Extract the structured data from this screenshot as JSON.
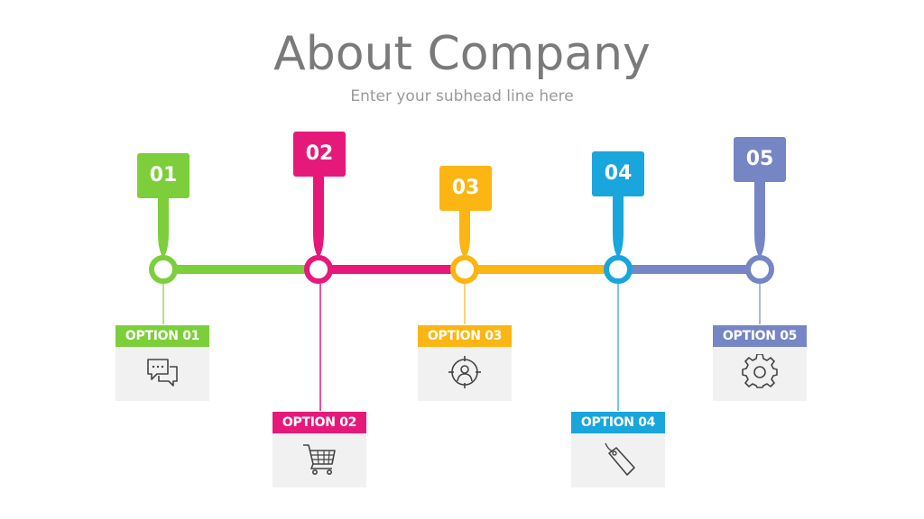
{
  "header": {
    "title": "About Company",
    "subtitle": "Enter your subhead line here"
  },
  "steps": [
    {
      "number": "01",
      "option": "OPTION 01",
      "color": "#7ccf3a",
      "icon": "chat-bubbles-icon"
    },
    {
      "number": "02",
      "option": "OPTION 02",
      "color": "#e6197a",
      "icon": "shopping-cart-icon"
    },
    {
      "number": "03",
      "option": "OPTION 03",
      "color": "#fbb614",
      "icon": "user-target-icon"
    },
    {
      "number": "04",
      "option": "OPTION 04",
      "color": "#18a6dc",
      "icon": "price-tag-icon"
    },
    {
      "number": "05",
      "option": "OPTION 05",
      "color": "#7686c4",
      "icon": "gear-icon"
    }
  ]
}
